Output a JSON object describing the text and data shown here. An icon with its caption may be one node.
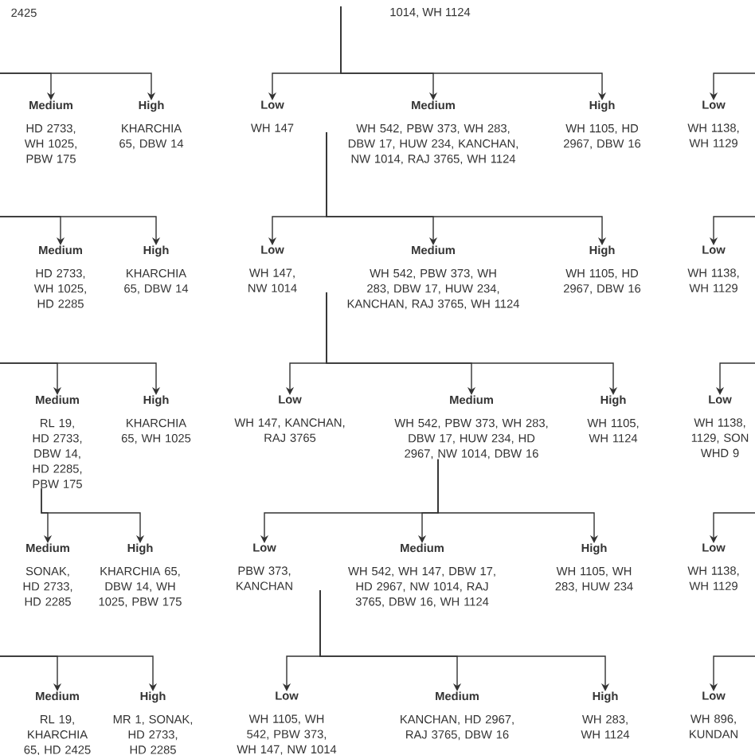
{
  "diagram": {
    "nodes": [
      {
        "text": [
          "Medium",
          "HD 2733, WH 1025, PBW 175"
        ]
      },
      {
        "text": [
          "High",
          "KHARCHIA 65, DBW 14"
        ]
      },
      {
        "text": [
          "Low",
          "WH 147"
        ]
      },
      {
        "text": [
          "Medium",
          "WH 542, PBW 373, WH 283, DBW 17, HUW 234, KANCHAN, NW 1014, RAJ 3765, WH 1124"
        ]
      },
      {
        "text": [
          "High",
          "WH 1105, HD 2967, DBW 16"
        ]
      },
      {
        "text": [
          "Low",
          "WH 1138, WH 1129"
        ]
      },
      {
        "text": [
          "Medium",
          "HD 2733, WH 1025, HD 2285"
        ]
      },
      {
        "text": [
          "High",
          "KHARCHIA 65, DBW 14"
        ]
      },
      {
        "text": [
          "Low",
          "WH 147, NW 1014"
        ]
      },
      {
        "text": [
          "Medium",
          "WH 542, PBW 373, WH 283, DBW 17, HUW 234, KANCHAN, RAJ 3765, WH 1124"
        ]
      },
      {
        "text": [
          "High",
          "WH 1105, HD 2967, DBW 16"
        ]
      },
      {
        "text": [
          "Low",
          "WH 1138, WH 1129"
        ]
      },
      {
        "text": [
          "Medium",
          "RL 19, HD 2733, DBW 14, HD 2285, PBW 175"
        ]
      },
      {
        "text": [
          "High",
          "KHARCHIA 65, WH 1025"
        ]
      },
      {
        "text": [
          "Low",
          "WH 147, KANCHAN, RAJ 3765"
        ]
      },
      {
        "text": [
          "Medium",
          "WH 542, PBW 373, WH 283, DBW 17, HUW 234, HD 2967, NW 1014, DBW 16"
        ]
      },
      {
        "text": [
          "High",
          "WH 1105, WH 1124"
        ]
      },
      {
        "text": [
          "Low",
          "WH 1138, 1129, SON WHD 9"
        ]
      },
      {
        "text": [
          "Medium",
          "SONAK, HD 2733, HD 2285"
        ]
      },
      {
        "text": [
          "High",
          "KHARCHIA 65, DBW 14, WH 1025, PBW 175"
        ]
      },
      {
        "text": [
          "Low",
          "PBW 373, KANCHAN"
        ]
      },
      {
        "text": [
          "Medium",
          "WH 542, WH 147, DBW 17, HD 2967, NW 1014, RAJ 3765, DBW 16, WH 1124"
        ]
      },
      {
        "text": [
          "High",
          "WH 1105, WH 283, HUW 234"
        ]
      },
      {
        "text": [
          "Low",
          "WH 1138, WH 1129"
        ]
      },
      {
        "text": [
          "Medium",
          "RL 19, KHARCHIA 65, HD 2425"
        ]
      },
      {
        "text": [
          "High",
          "MR 1, SONAK, HD 2733, HD 2285"
        ]
      },
      {
        "text": [
          "Low",
          "WH 1105, WH 542, PBW 373, WH 147, NW 1014"
        ]
      },
      {
        "text": [
          "Medium",
          "KANCHAN, HD 2967, RAJ 3765, DBW 16"
        ]
      },
      {
        "text": [
          "High",
          "WH 283, WH 1124"
        ]
      },
      {
        "text": [
          "Low",
          "WH 896, KUNDAN"
        ]
      }
    ],
    "edges": [
      {
        "from": null,
        "to": 0,
        "arrow": "to"
      },
      {
        "from": null,
        "to": 1,
        "arrow": "to"
      },
      {
        "from": null,
        "to": 2,
        "arrow": "to"
      },
      {
        "from": null,
        "to": 3,
        "arrow": "to"
      },
      {
        "from": null,
        "to": 4,
        "arrow": "to"
      },
      {
        "from": null,
        "to": 5,
        "arrow": "to"
      },
      {
        "from": null,
        "to": 6,
        "arrow": "to"
      },
      {
        "from": null,
        "to": 7,
        "arrow": "to"
      },
      {
        "from": 2,
        "to": 8,
        "arrow": "to"
      },
      {
        "from": 2,
        "to": 9,
        "arrow": "to"
      },
      {
        "from": 2,
        "to": 10,
        "arrow": "to"
      },
      {
        "from": null,
        "to": 11,
        "arrow": "to"
      },
      {
        "from": null,
        "to": 12,
        "arrow": "to"
      },
      {
        "from": null,
        "to": 13,
        "arrow": "to"
      },
      {
        "from": 8,
        "to": 14,
        "arrow": "to"
      },
      {
        "from": 8,
        "to": 15,
        "arrow": "to"
      },
      {
        "from": 8,
        "to": 16,
        "arrow": "to"
      },
      {
        "from": null,
        "to": 17,
        "arrow": "to"
      },
      {
        "from": 12,
        "to": 18,
        "arrow": "to"
      },
      {
        "from": 12,
        "to": 19,
        "arrow": "to"
      },
      {
        "from": 15,
        "to": 20,
        "arrow": "to"
      },
      {
        "from": 15,
        "to": 21,
        "arrow": "to"
      },
      {
        "from": 15,
        "to": 22,
        "arrow": "to"
      },
      {
        "from": null,
        "to": 23,
        "arrow": "to"
      },
      {
        "from": null,
        "to": 24,
        "arrow": "to"
      },
      {
        "from": null,
        "to": 25,
        "arrow": "to"
      },
      {
        "from": 20,
        "to": 26,
        "arrow": "to"
      },
      {
        "from": 20,
        "to": 27,
        "arrow": "to"
      },
      {
        "from": 20,
        "to": 28,
        "arrow": "to"
      },
      {
        "from": null,
        "to": 29,
        "arrow": "to"
      }
    ],
    "labels": [
      "2425",
      "1014, WH 1124"
    ]
  }
}
